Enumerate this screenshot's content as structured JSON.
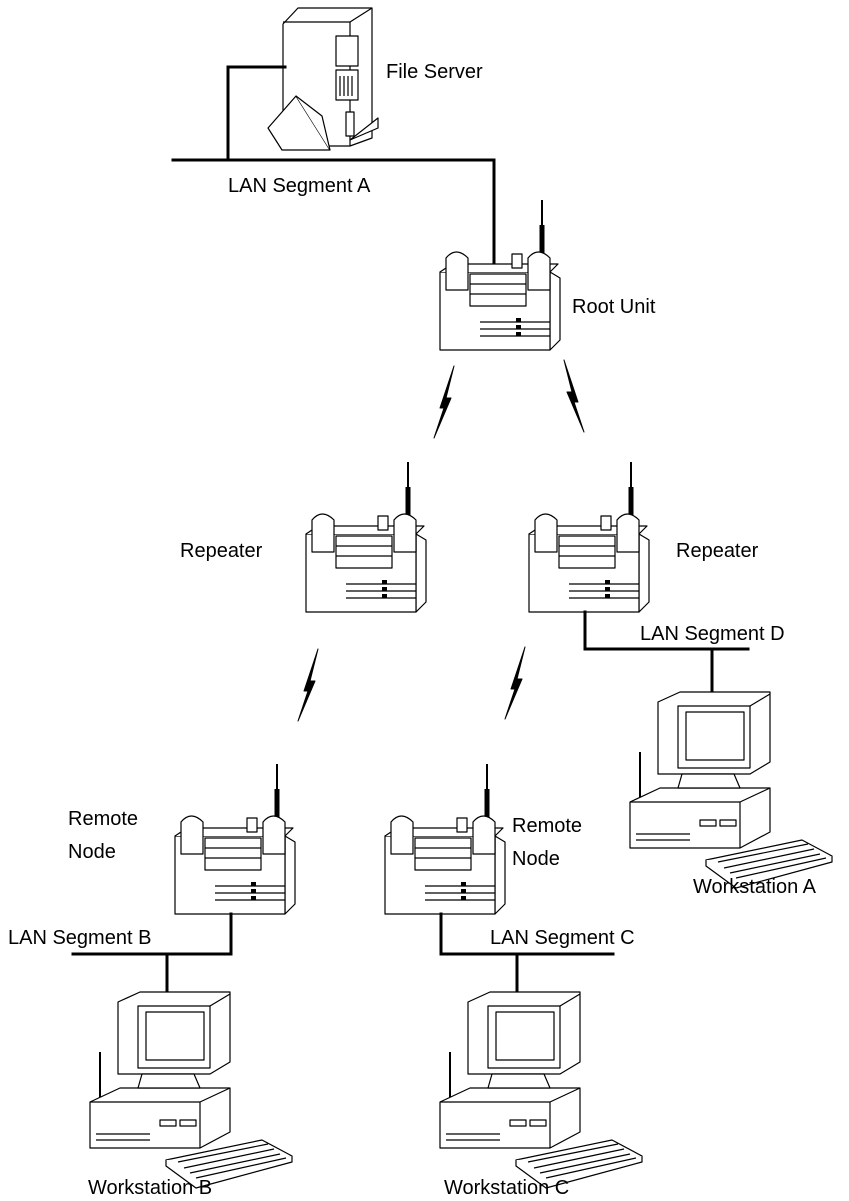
{
  "labels": {
    "file_server": "File Server",
    "lan_a": "LAN Segment A",
    "root_unit": "Root Unit",
    "repeater_left": "Repeater",
    "repeater_right": "Repeater",
    "lan_d": "LAN Segment D",
    "remote_node_left_line1": "Remote",
    "remote_node_left_line2": "Node",
    "remote_node_right_line1": "Remote",
    "remote_node_right_line2": "Node",
    "lan_b": "LAN Segment B",
    "lan_c": "LAN Segment C",
    "workstation_a": "Workstation A",
    "workstation_b": "Workstation B",
    "workstation_c": "Workstation C"
  },
  "icons": [
    "file-server-icon",
    "wireless-unit-icon",
    "workstation-icon",
    "wireless-link-icon"
  ]
}
